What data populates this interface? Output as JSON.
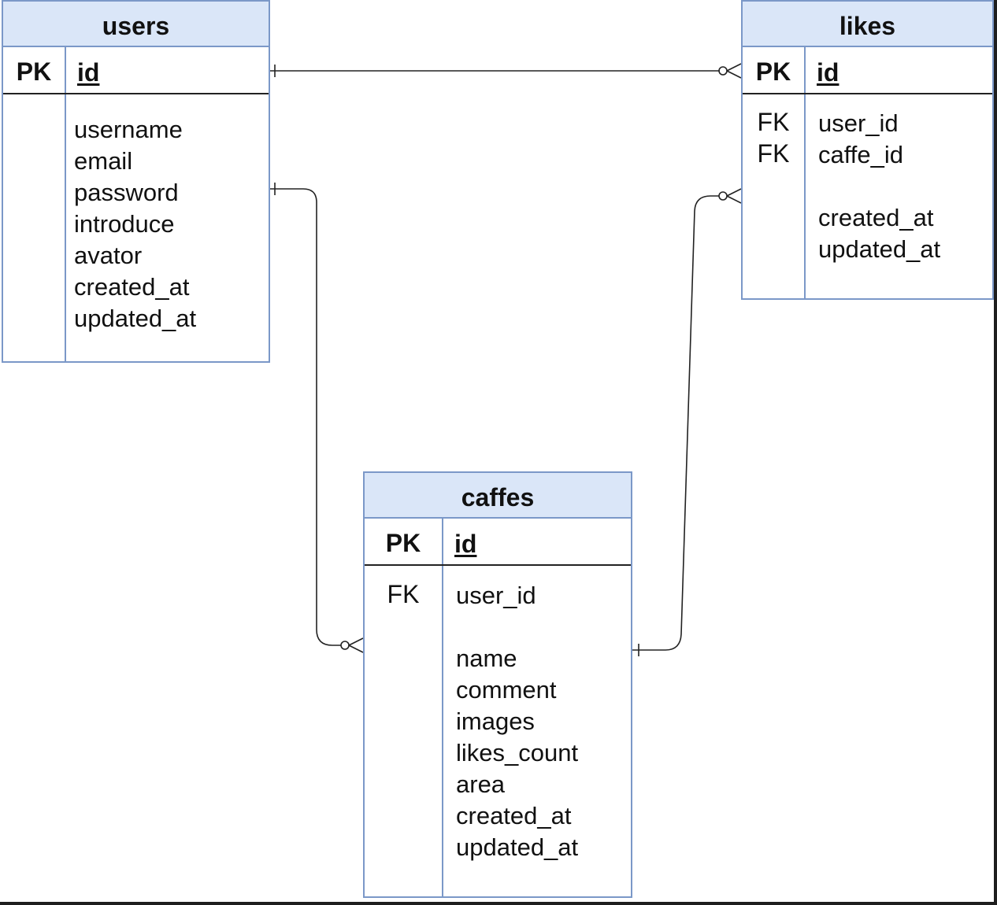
{
  "entities": {
    "users": {
      "name": "users",
      "pk_label": "PK",
      "pk_field": "id",
      "fields": [
        "username",
        "email",
        "password",
        "introduce",
        "avator",
        "created_at",
        "updated_at"
      ]
    },
    "likes": {
      "name": "likes",
      "pk_label": "PK",
      "pk_field": "id",
      "fk_labels": [
        "FK",
        "FK"
      ],
      "fk_fields": [
        "user_id",
        "caffe_id"
      ],
      "fields": [
        "created_at",
        "updated_at"
      ]
    },
    "caffes": {
      "name": "caffes",
      "pk_label": "PK",
      "pk_field": "id",
      "fk_labels": [
        "FK"
      ],
      "fk_fields": [
        "user_id"
      ],
      "fields": [
        "name",
        "comment",
        "images",
        "likes_count",
        "area",
        "created_at",
        "updated_at"
      ]
    }
  },
  "relations": [
    {
      "from": "users.id",
      "to": "likes.user_id",
      "from_cardinality": "one",
      "to_cardinality": "zero-or-many"
    },
    {
      "from": "users.id",
      "to": "caffes.user_id",
      "from_cardinality": "one",
      "to_cardinality": "zero-or-many"
    },
    {
      "from": "caffes.id",
      "to": "likes.caffe_id",
      "from_cardinality": "one",
      "to_cardinality": "zero-or-many"
    }
  ],
  "colors": {
    "header_fill": "#dae6f8",
    "border": "#7b98c8",
    "line": "#222222"
  }
}
